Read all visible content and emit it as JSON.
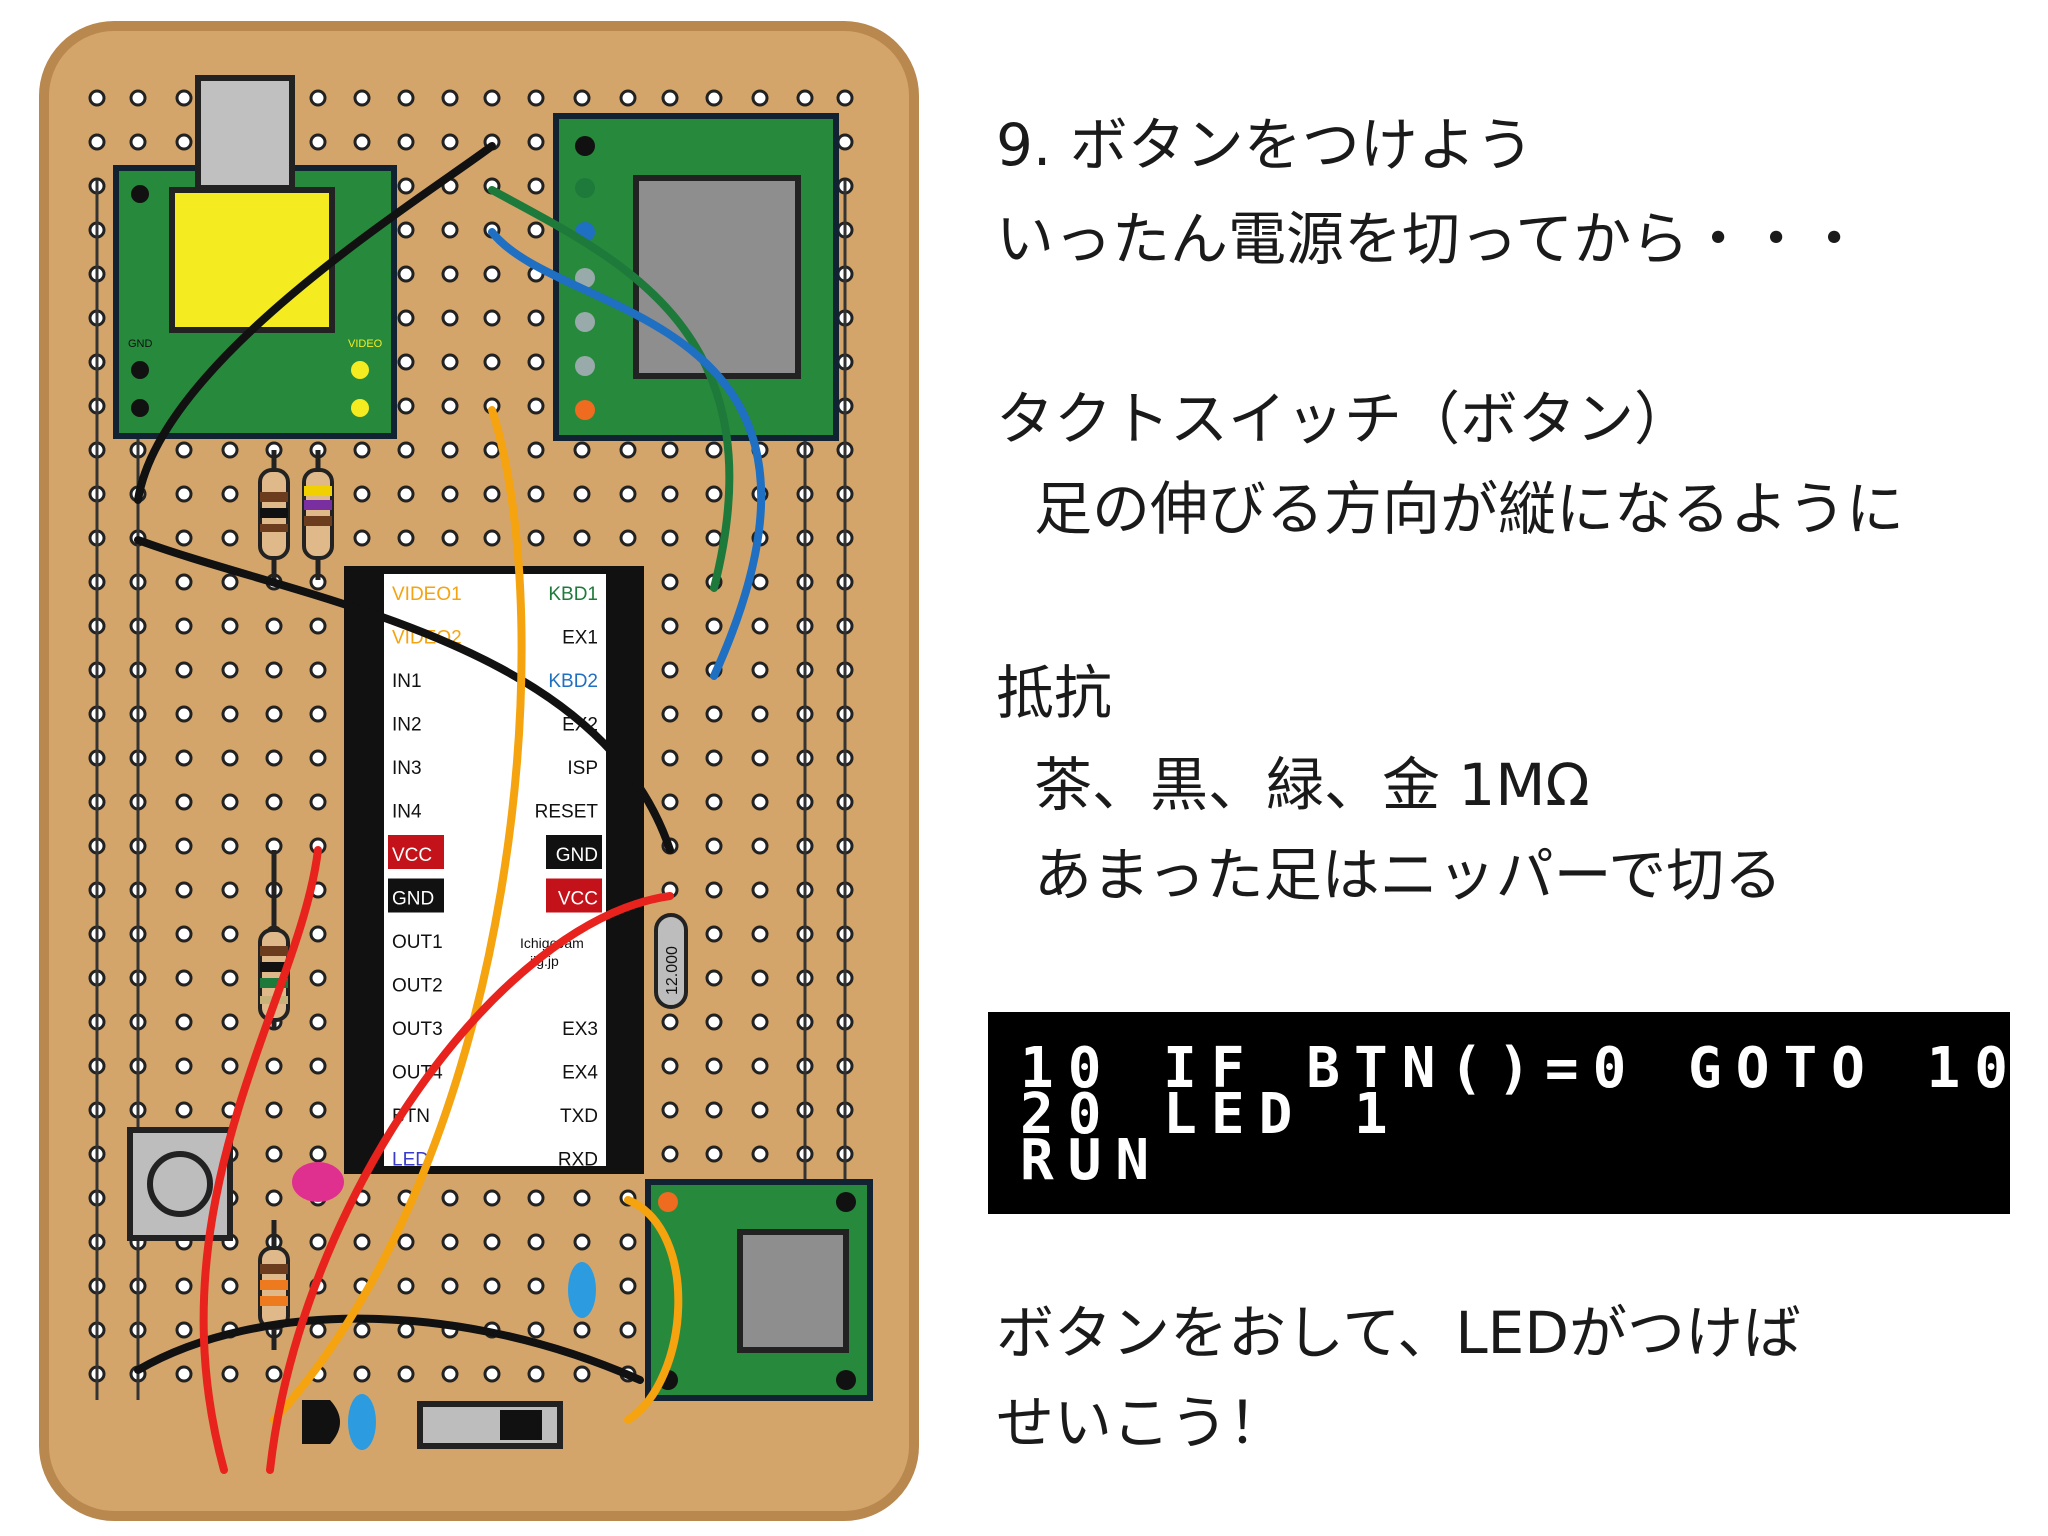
{
  "heading": "9. ボタンをつけよう",
  "intro": "いったん電源を切ってから・・・",
  "switch_title": "タクトスイッチ（ボタン）",
  "switch_note": "足の伸びる方向が縦になるように",
  "resistor_title": "抵抗",
  "resistor_colors": "茶、黒、緑、金 1MΩ",
  "resistor_note": "あまった足はニッパーで切る",
  "code": [
    "10 IF BTN()=0 GOTO 10",
    "20 LED 1",
    "RUN"
  ],
  "success_1": "ボタンをおして、LEDがつけば",
  "success_2": "せいこう！",
  "chip": {
    "left_pins": [
      "VIDEO1",
      "VIDEO2",
      "IN1",
      "IN2",
      "IN3",
      "IN4",
      "VCC",
      "GND",
      "OUT1",
      "OUT2",
      "OUT3",
      "OUT4",
      "BTN",
      "LED"
    ],
    "right_pins": [
      "KBD1",
      "EX1",
      "KBD2",
      "EX2",
      "ISP",
      "RESET",
      "GND",
      "VCC",
      "",
      "",
      "EX3",
      "EX4",
      "TXD",
      "RXD"
    ],
    "maker": [
      "IchigoJam",
      "jig.jp"
    ],
    "crystal": "12.000"
  },
  "jack_labels": [
    "GND",
    "VIDEO"
  ],
  "colors": {
    "board": "#d4a56a",
    "board_edge": "#b9884f",
    "pcb": "#27893b",
    "wire_black": "#111111",
    "wire_orange": "#f5a30f",
    "wire_green": "#1e7a3a",
    "wire_blue": "#1f6fc2",
    "wire_red": "#e8231d",
    "code_bg": "#000000",
    "code_fg": "#ffffff"
  }
}
